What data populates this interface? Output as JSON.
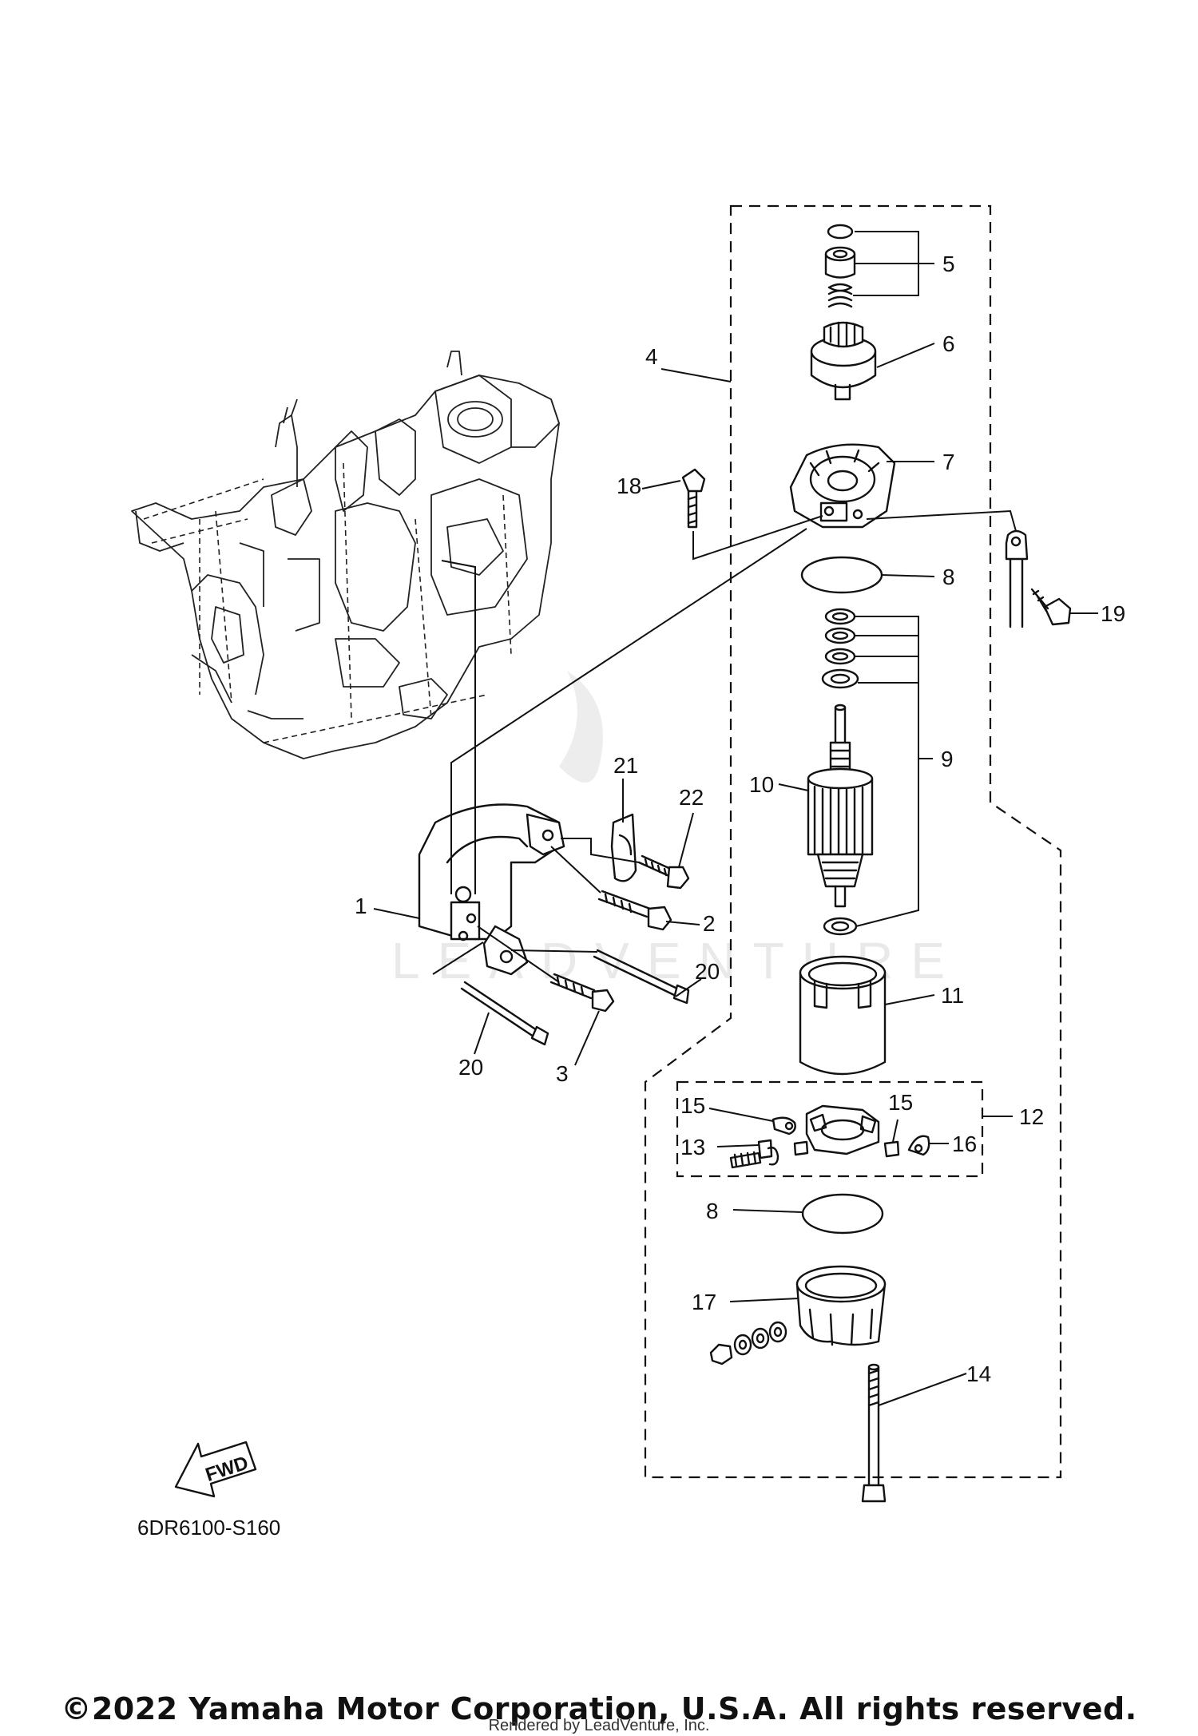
{
  "diagram": {
    "code": "6DR6100-S160",
    "fwd_label": "FWD",
    "watermark": "LEADVENTURE",
    "callouts": [
      "1",
      "2",
      "3",
      "4",
      "5",
      "6",
      "7",
      "8",
      "8",
      "9",
      "10",
      "11",
      "12",
      "13",
      "14",
      "15",
      "15",
      "16",
      "17",
      "18",
      "19",
      "20",
      "20",
      "21",
      "22"
    ]
  },
  "footer": {
    "copyright": "©2022 Yamaha Motor Corporation, U.S.A. All rights reserved.",
    "rendered_by": "Rendered by LeadVenture, Inc."
  }
}
